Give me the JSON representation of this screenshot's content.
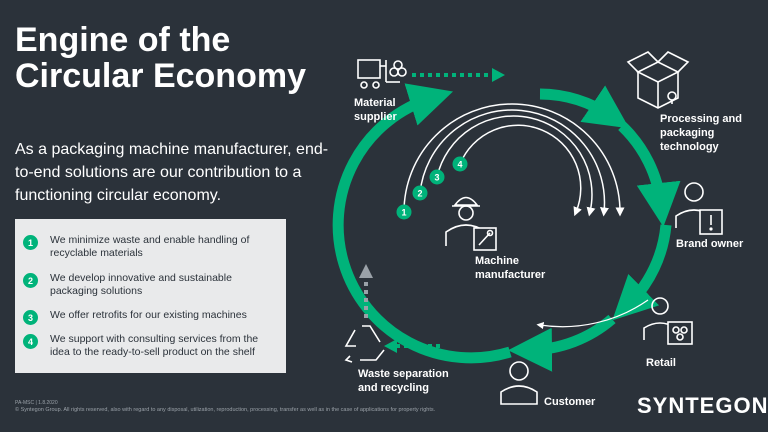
{
  "title": "Engine of the Circular Economy",
  "subtitle": "As a packaging machine manufacturer, end-to-end solutions are our contribution to a functioning circular economy.",
  "list": [
    {
      "num": "1",
      "text": "We minimize waste and enable handling of recyclable materials"
    },
    {
      "num": "2",
      "text": "We develop innovative and sustainable packaging solutions"
    },
    {
      "num": "3",
      "text": "We offer retrofits for our existing machines"
    },
    {
      "num": "4",
      "text": "We support with consulting services from the idea to the ready-to-sell product on the shelf"
    }
  ],
  "cycle": {
    "nodes": {
      "material_supplier": "Material supplier",
      "processing": "Processing and packaging technology",
      "brand_owner": "Brand owner",
      "retail": "Retail",
      "customer": "Customer",
      "waste": "Waste separation and recycling",
      "machine": "Machine manufacturer"
    },
    "inner_badges": [
      "1",
      "2",
      "3",
      "4"
    ]
  },
  "footer": {
    "id": "PA-MSC | 1.8.2020",
    "copyright": "© Syntegon Group. All rights reserved, also with regard to any disposal, utilization, reproduction, processing, transfer as well as in the case of applications for property rights."
  },
  "logo": "SYNTEGON",
  "colors": {
    "background": "#2b323a",
    "accent": "#00b37a",
    "panel": "#e9eaeb"
  }
}
